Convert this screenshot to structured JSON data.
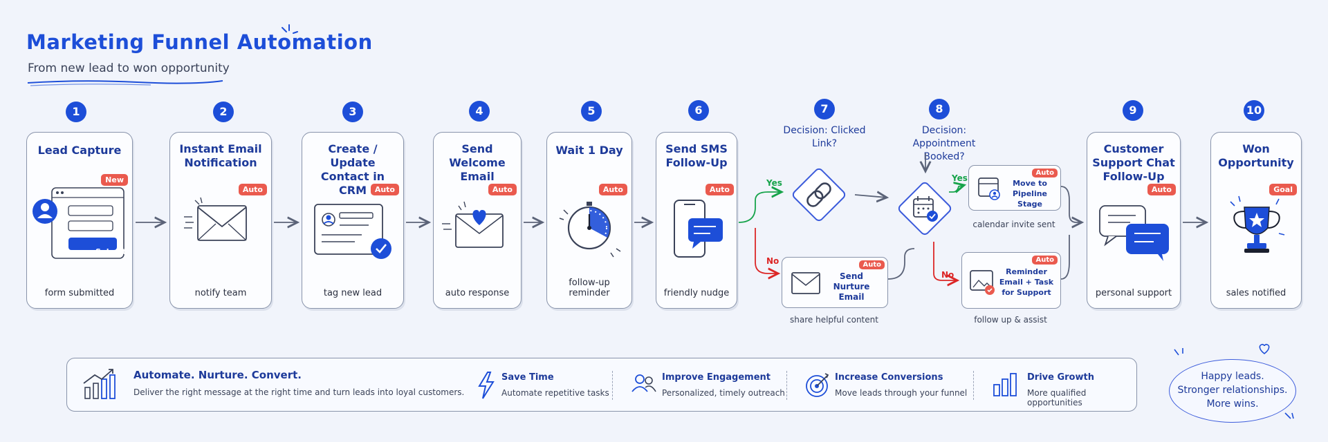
{
  "header": {
    "title": "Marketing Funnel Automation",
    "subtitle": "From new lead to won opportunity"
  },
  "colors": {
    "accent": "#1d4ed8",
    "badge": "#ea5a4e",
    "yes": "#16a34a",
    "no": "#dc2626"
  },
  "steps": [
    {
      "number": "1",
      "title": "Lead Capture",
      "badge": "New",
      "caption": "form submitted",
      "icon": "form-icon",
      "button": "Submit"
    },
    {
      "number": "2",
      "title": "Instant Email Notification",
      "badge": "Auto",
      "caption": "notify team",
      "icon": "envelope-icon"
    },
    {
      "number": "3",
      "title": "Create / Update Contact in CRM",
      "badge": "Auto",
      "caption": "tag new lead",
      "icon": "contact-card-icon"
    },
    {
      "number": "4",
      "title": "Send Welcome Email",
      "badge": "Auto",
      "caption": "auto response",
      "icon": "heart-envelope-icon"
    },
    {
      "number": "5",
      "title": "Wait 1 Day",
      "badge": "Auto",
      "caption": "follow-up reminder",
      "icon": "timer-icon"
    },
    {
      "number": "6",
      "title": "Send SMS Follow-Up",
      "badge": "Auto",
      "caption": "friendly nudge",
      "icon": "phone-sms-icon"
    },
    {
      "number": "7",
      "title": "Decision: Clicked Link?",
      "icon": "link-icon"
    },
    {
      "number": "8",
      "title": "Decision: Appointment Booked?",
      "icon": "calendar-icon"
    },
    {
      "number": "9",
      "title": "Customer Support Chat Follow-Up",
      "badge": "Auto",
      "caption": "personal support",
      "icon": "chat-icon"
    },
    {
      "number": "10",
      "title": "Won Opportunity",
      "badge": "Goal",
      "caption": "sales notified",
      "icon": "trophy-icon"
    }
  ],
  "branches": {
    "yes": "Yes",
    "no": "No",
    "nurture": {
      "title": "Send Nurture Email",
      "badge": "Auto",
      "note": "share helpful content"
    },
    "pipeline": {
      "title": "Move to Pipeline Stage",
      "badge": "Auto",
      "note": "calendar invite sent"
    },
    "reminder": {
      "title": "Reminder Email + Task for Support",
      "badge": "Auto",
      "note": "follow up & assist"
    }
  },
  "banner": {
    "main_title": "Automate. Nurture. Convert.",
    "main_text": "Deliver the right message at the right time and turn leads into loyal customers.",
    "benefits": [
      {
        "title": "Save Time",
        "text": "Automate repetitive tasks",
        "icon": "lightning-icon"
      },
      {
        "title": "Improve Engagement",
        "text": "Personalized, timely outreach",
        "icon": "people-icon"
      },
      {
        "title": "Increase Conversions",
        "text": "Move leads through your funnel",
        "icon": "target-icon"
      },
      {
        "title": "Drive Growth",
        "text": "More qualified opportunities",
        "icon": "bar-chart-icon"
      }
    ]
  },
  "cloud": {
    "line1": "Happy leads.",
    "line2": "Stronger relationships.",
    "line3": "More wins."
  }
}
